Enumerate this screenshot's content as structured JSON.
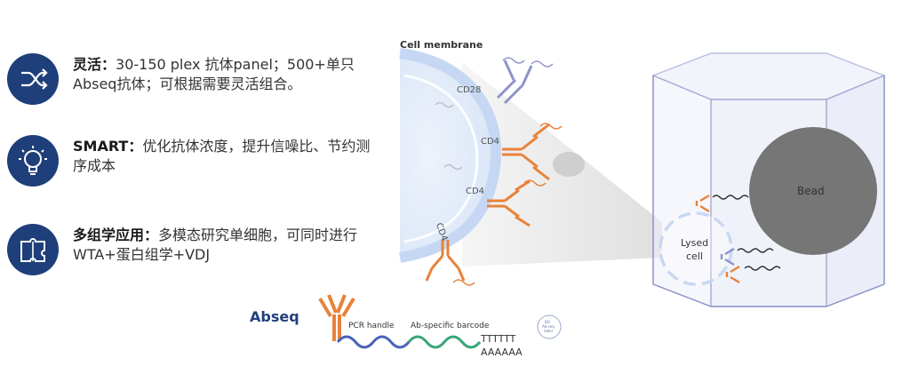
{
  "features": [
    {
      "title": "灵活：",
      "text": "30-150 plex 抗体panel；500+单只Abseq抗体；可根据需要灵活组合。",
      "icon": "shuffle-icon"
    },
    {
      "title": "SMART：",
      "text": "优化抗体浓度，提升信噪比、节约测序成本",
      "icon": "lightbulb-icon"
    },
    {
      "title": "多组学应用：",
      "text": "多模态研究单细胞，可同时进行WTA+蛋白组学+VDJ",
      "icon": "puzzle-icon"
    }
  ],
  "diagram": {
    "cell_membrane": "Cell membrane",
    "cd28": "CD28",
    "cd4": "CD4",
    "bead": "Bead",
    "lysed": "Lysed",
    "cell": "cell",
    "abseq": "Abseq",
    "pcr_handle": "PCR handle",
    "ab_barcode": "Ab-specific barcode",
    "poly_t": "TTTTTT",
    "poly_a": "AAAAAA",
    "bd_label_1": "BD",
    "bd_label_2": "Ab-seq",
    "bd_label_3": "label"
  },
  "colors": {
    "navy": "#1f3f7a",
    "orange": "#e8823a",
    "purple": "#8e93c9",
    "bead": "#767676",
    "blue_strand": "#4a63b8",
    "green_strand": "#3aa57a"
  }
}
